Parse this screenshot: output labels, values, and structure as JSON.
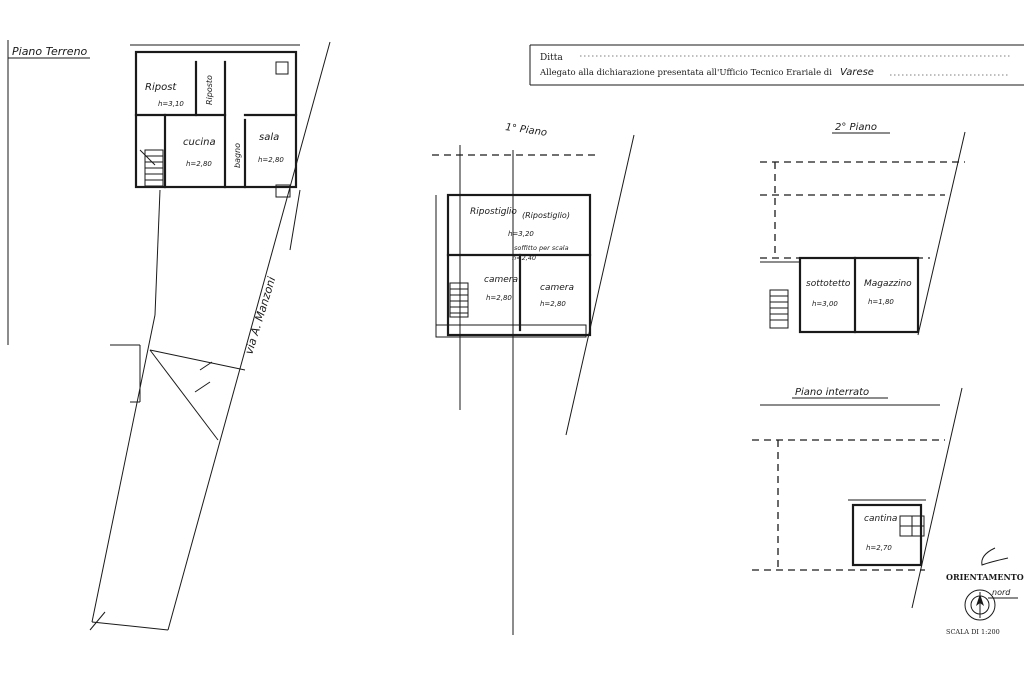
{
  "header": {
    "line1": "Ditta",
    "line2_prefix": "Allegato alla dichiarazione presentata all'Ufficio Tecnico Erariale di",
    "line2_city": "Varese"
  },
  "ground_floor": {
    "title": "Piano Terreno",
    "street": "via A. Manzoni",
    "rooms": {
      "ripost": "Ripost",
      "ripost_h": "h=3,10",
      "riposto": "Riposto",
      "cucina": "cucina",
      "cucina_h": "h=2,80",
      "bagno": "bagno",
      "sala": "sala",
      "sala_h": "h=2,80"
    }
  },
  "first_floor": {
    "title": "1° Piano",
    "rooms": {
      "ripostiglio": "Ripostiglio",
      "ripostiglio_h": "h=3,20",
      "soffitta": "(Ripostiglio)",
      "note": "soffitto per scala",
      "note_h": "h=2,40",
      "camera_left": "camera",
      "camera_left_h": "h=2,80",
      "camera_right": "camera",
      "camera_right_h": "h=2,80"
    }
  },
  "second_floor": {
    "title": "2° Piano",
    "rooms": {
      "sottotetto": "sottotetto",
      "sottotetto_h": "h=3,00",
      "magazzino": "Magazzino",
      "magazzino_h": "h=1,80"
    }
  },
  "mezzanine": {
    "title": "Piano interrato",
    "rooms": {
      "cantina": "cantina",
      "cantina_h": "h=2,70"
    }
  },
  "legend": {
    "orientation": "ORIENTAMENTO",
    "north": "nord",
    "scale": "SCALA DI 1:200"
  }
}
